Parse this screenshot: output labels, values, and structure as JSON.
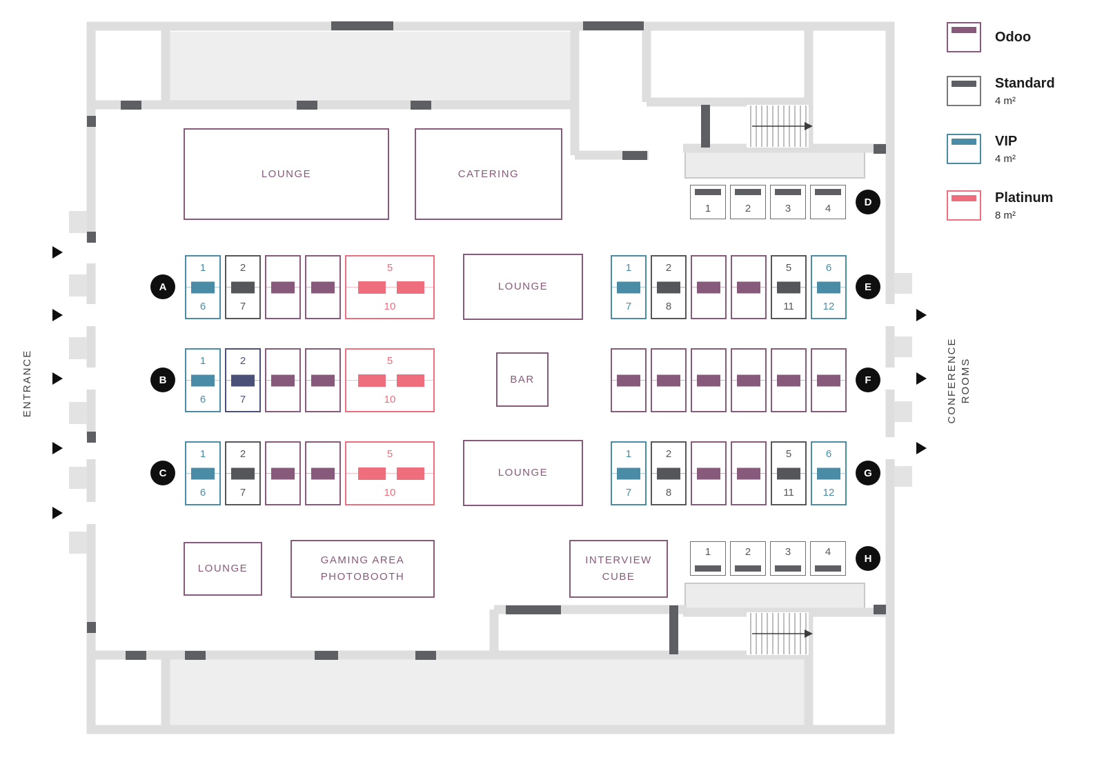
{
  "legend": {
    "items": [
      {
        "label": "Odoo",
        "size": "",
        "color": "#875a7b"
      },
      {
        "label": "Standard",
        "size": "4 m²",
        "color": "#5e5f62"
      },
      {
        "label": "VIP",
        "size": "4 m²",
        "color": "#4a8ca6"
      },
      {
        "label": "Platinum",
        "size": "8 m²",
        "color": "#ee6e7d"
      }
    ]
  },
  "labels": {
    "entrance": "ENTRANCE",
    "conference_line1": "CONFERENCE",
    "conference_line2": "ROOMS"
  },
  "areas": {
    "lounge_top": "LOUNGE",
    "catering": "CATERING",
    "lounge_center_top": "LOUNGE",
    "bar": "BAR",
    "lounge_center_bottom": "LOUNGE",
    "lounge_bottom_left": "LOUNGE",
    "gaming_line1": "GAMING AREA",
    "gaming_line2": "PHOTOBOOTH",
    "interview_line1": "INTERVIEW",
    "interview_line2": "CUBE"
  },
  "rows": {
    "a": {
      "letter": "A",
      "booths": [
        {
          "type": "vip",
          "top": "1",
          "bottom": "6"
        },
        {
          "type": "standard",
          "top": "2",
          "bottom": "7"
        },
        {
          "type": "odoo"
        },
        {
          "type": "odoo"
        },
        {
          "type": "platinum",
          "top": "5",
          "bottom": "10"
        }
      ]
    },
    "b": {
      "letter": "B",
      "booths": [
        {
          "type": "vip",
          "top": "1",
          "bottom": "6"
        },
        {
          "type": "reserved",
          "top": "2",
          "bottom": "7"
        },
        {
          "type": "odoo"
        },
        {
          "type": "odoo"
        },
        {
          "type": "platinum",
          "top": "5",
          "bottom": "10"
        }
      ]
    },
    "c": {
      "letter": "C",
      "booths": [
        {
          "type": "vip",
          "top": "1",
          "bottom": "6"
        },
        {
          "type": "standard",
          "top": "2",
          "bottom": "7"
        },
        {
          "type": "odoo"
        },
        {
          "type": "odoo"
        },
        {
          "type": "platinum",
          "top": "5",
          "bottom": "10"
        }
      ]
    },
    "d": {
      "letter": "D",
      "booths": [
        "1",
        "2",
        "3",
        "4"
      ]
    },
    "e": {
      "letter": "E",
      "booths": [
        {
          "type": "vip",
          "top": "1",
          "bottom": "7"
        },
        {
          "type": "standard",
          "top": "2",
          "bottom": "8"
        },
        {
          "type": "odoo"
        },
        {
          "type": "odoo"
        },
        {
          "type": "standard",
          "top": "5",
          "bottom": "11"
        },
        {
          "type": "vip",
          "top": "6",
          "bottom": "12"
        }
      ]
    },
    "f": {
      "letter": "F",
      "booths": [
        {
          "type": "odoo"
        },
        {
          "type": "odoo"
        },
        {
          "type": "odoo"
        },
        {
          "type": "odoo"
        },
        {
          "type": "odoo"
        },
        {
          "type": "odoo"
        }
      ]
    },
    "g": {
      "letter": "G",
      "booths": [
        {
          "type": "vip",
          "top": "1",
          "bottom": "7"
        },
        {
          "type": "standard",
          "top": "2",
          "bottom": "8"
        },
        {
          "type": "odoo"
        },
        {
          "type": "odoo"
        },
        {
          "type": "standard",
          "top": "5",
          "bottom": "11"
        },
        {
          "type": "vip",
          "top": "6",
          "bottom": "12"
        }
      ]
    },
    "h": {
      "letter": "H",
      "booths": [
        "1",
        "2",
        "3",
        "4"
      ]
    }
  }
}
